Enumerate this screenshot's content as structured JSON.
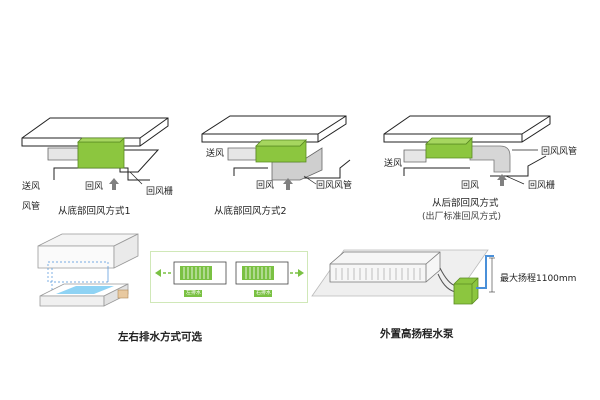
{
  "diagrams": {
    "d1": {
      "label_supply": "送风",
      "label_duct": "风管",
      "label_return": "回风",
      "label_grille": "回风栅",
      "caption": "从底部回风方式1"
    },
    "d2": {
      "label_supply": "送风",
      "label_return": "回风",
      "label_return_duct": "回风风管",
      "caption": "从底部回风方式2"
    },
    "d3": {
      "label_supply": "送风",
      "label_return_duct": "回风风管",
      "label_return": "回风",
      "label_grille": "回风栅",
      "caption": "从后部回风方式",
      "note": "(出厂标准回风方式)"
    }
  },
  "drain": {
    "caption": "左右排水方式可选",
    "tag_left": "左排水",
    "tag_right": "右排水"
  },
  "pump": {
    "caption": "外置高扬程水泵",
    "lift_label": "最大扬程1100mm"
  },
  "colors": {
    "unit_green": "#8cc63f",
    "arrow_gray": "#808080",
    "drain_green": "#7ac143",
    "water_blue": "#8fd3f4"
  }
}
